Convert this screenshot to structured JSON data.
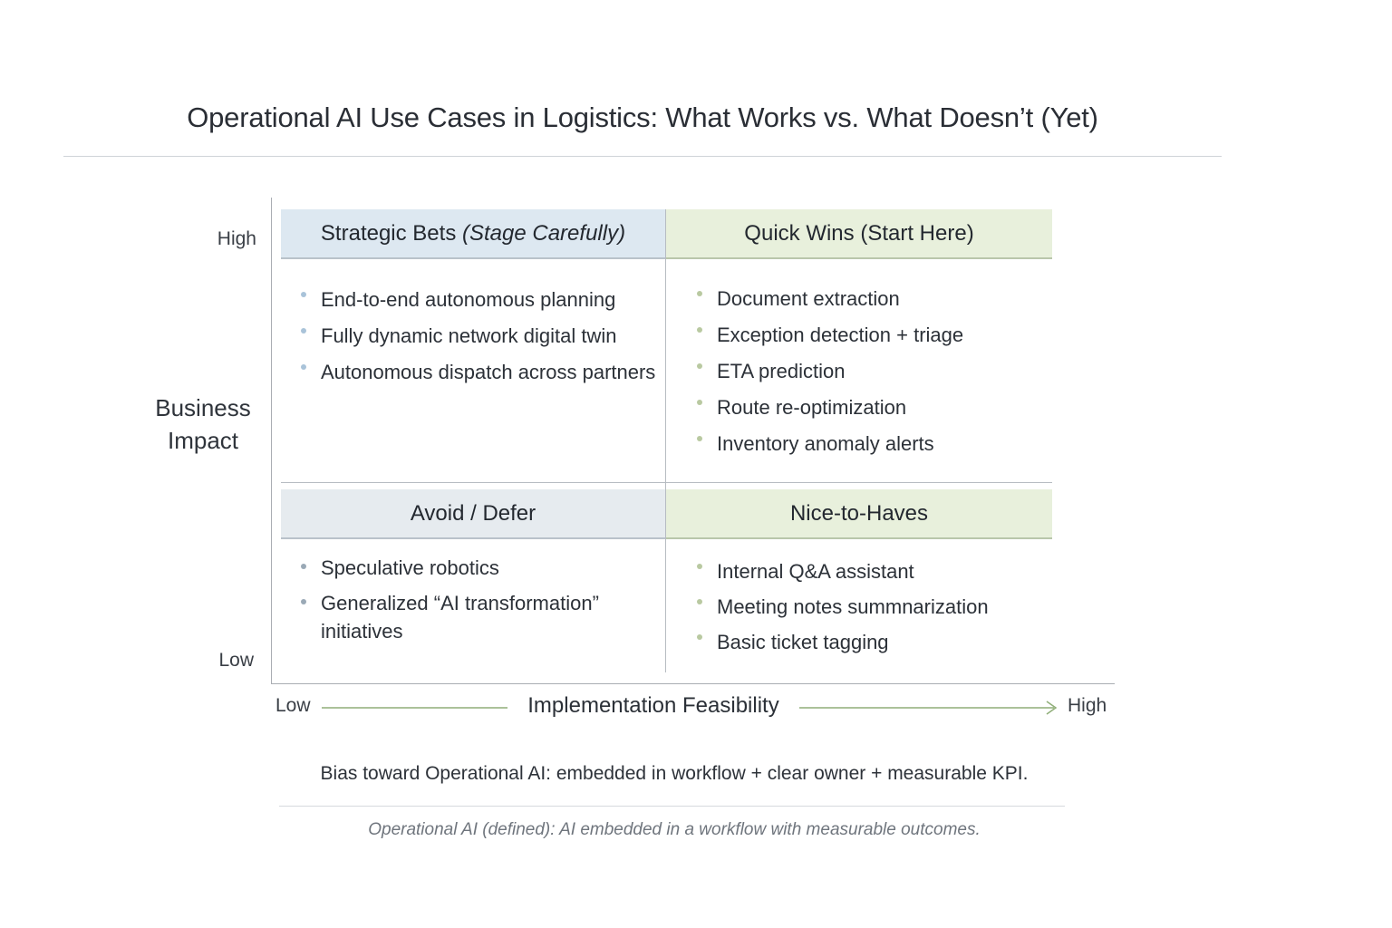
{
  "title": "Operational AI Use Cases in Logistics: What Works vs. What Doesn’t (Yet)",
  "y_axis": {
    "title": "Business Impact",
    "high": "High",
    "low": "Low"
  },
  "x_axis": {
    "title": "Implementation Feasibility",
    "low": "Low",
    "high": "High"
  },
  "quadrants": {
    "strategic_bets": {
      "title": "Strategic Bets",
      "subtitle": "(Stage Carefully)",
      "items": [
        "End-to-end autonomous planning",
        "Fully dynamic network digital twin",
        "Autonomous dispatch across partners"
      ]
    },
    "quick_wins": {
      "title": "Quick Wins",
      "subtitle": "(Start Here)",
      "items": [
        "Document extraction",
        "Exception detection + triage",
        "ETA prediction",
        "Route re-optimization",
        "Inventory anomaly alerts"
      ]
    },
    "avoid_defer": {
      "title": "Avoid / Defer",
      "items": [
        "Speculative robotics",
        "Generalized “AI transformation” initiatives"
      ]
    },
    "nice_to_haves": {
      "title": "Nice-to-Haves",
      "items": [
        "Internal Q&A assistant",
        "Meeting notes summnarization",
        "Basic ticket tagging"
      ]
    }
  },
  "footer": {
    "bias": "Bias toward Operational AI: embedded in workflow + clear owner + measurable KPI.",
    "definition": "Operational AI (defined): AI embedded in a workflow with measurable outcomes."
  },
  "colors": {
    "strategic_header": "#dde8f1",
    "quick_header": "#e8f0dc",
    "avoid_header": "#e6ebef",
    "nice_header": "#e8f0dc",
    "arrow": "#8fae78"
  }
}
